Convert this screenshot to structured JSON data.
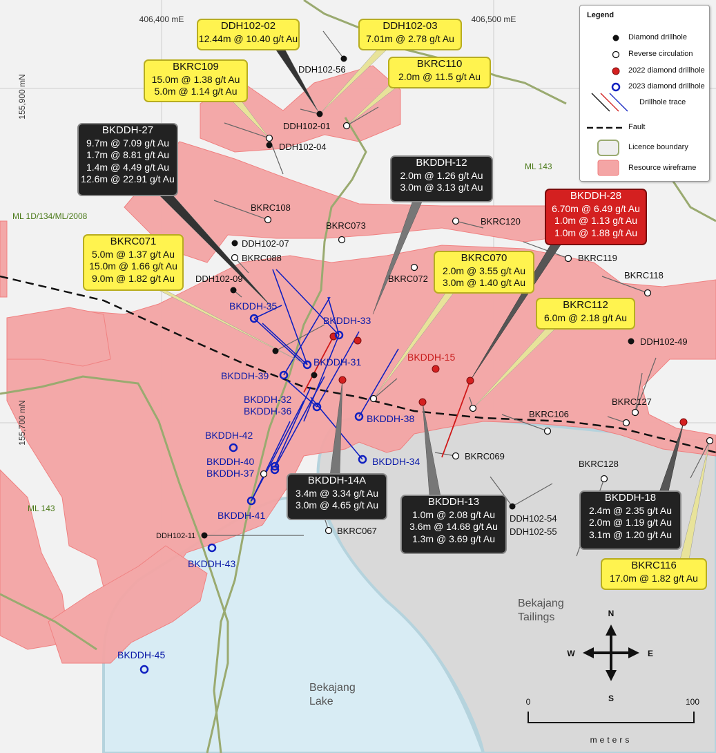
{
  "grid": {
    "easting_1": "406,400 mE",
    "easting_2": "406,500 mE",
    "northing_1": "155,900 mN",
    "northing_2": "155,700 mN"
  },
  "areas": {
    "ml_left": "ML 1D/134/ML/2008",
    "ml_143_right": "ML 143",
    "ml_143_left": "ML 143"
  },
  "places": {
    "tailings_1": "Bekajang",
    "tailings_2": "Tailings",
    "lake_1": "Bekajang",
    "lake_2": "Lake"
  },
  "holes": {
    "ddh102_56": "DDH102-56",
    "ddh102_01": "DDH102-01",
    "ddh102_04": "DDH102-04",
    "bkrc108": "BKRC108",
    "bkrc073": "BKRC073",
    "bkrc120": "BKRC120",
    "ddh102_07": "DDH102-07",
    "bkrc088": "BKRC088",
    "bkrc119": "BKRC119",
    "bkrc072": "BKRC072",
    "bkrc118": "BKRC118",
    "ddh102_09": "DDH102-09",
    "ddh102_49": "DDH102-49",
    "bkrc127": "BKRC127",
    "bkrc106": "BKRC106",
    "bkrc069": "BKRC069",
    "bkrc128": "BKRC128",
    "ddh102_54": "DDH102-54",
    "ddh102_55": "DDH102-55",
    "ddh102_11": "DDH102-11",
    "bkrc067": "BKRC067"
  },
  "holes_2023": {
    "bkddh35": "BKDDH-35",
    "bkddh33": "BKDDH-33",
    "bkddh31": "BKDDH-31",
    "bkddh39": "BKDDH-39",
    "bkddh32": "BKDDH-32",
    "bkddh36": "BKDDH-36",
    "bkddh38": "BKDDH-38",
    "bkddh42": "BKDDH-42",
    "bkddh40": "BKDDH-40",
    "bkddh37": "BKDDH-37",
    "bkddh34": "BKDDH-34",
    "bkddh41": "BKDDH-41",
    "bkddh43": "BKDDH-43",
    "bkddh45": "BKDDH-45"
  },
  "holes_2022": {
    "bkddh15": "BKDDH-15"
  },
  "callouts": {
    "ddh102_02": {
      "title": "DDH102-02",
      "lines": [
        "12.44m @ 10.40 g/t Au"
      ]
    },
    "ddh102_03": {
      "title": "DDH102-03",
      "lines": [
        "7.01m @ 2.78 g/t Au"
      ]
    },
    "bkrc110": {
      "title": "BKRC110",
      "lines": [
        "2.0m @ 11.5 g/t Au"
      ]
    },
    "bkrc109": {
      "title": "BKRC109",
      "lines": [
        "15.0m @ 1.38 g/t Au",
        "5.0m @ 1.14 g/t Au"
      ]
    },
    "bkddh27": {
      "title": "BKDDH-27",
      "lines": [
        "9.7m @ 7.09 g/t Au",
        "1.7m @ 8.81 g/t Au",
        "1.4m @ 4.49 g/t Au",
        "12.6m @ 22.91 g/t Au"
      ]
    },
    "bkddh12": {
      "title": "BKDDH-12",
      "lines": [
        "2.0m @ 1.26 g/t Au",
        "3.0m @ 3.13 g/t Au"
      ]
    },
    "bkddh28": {
      "title": "BKDDH-28",
      "lines": [
        "6.70m @ 6.49 g/t Au",
        "1.0m @ 1.13 g/t Au",
        "1.0m @ 1.88 g/t Au"
      ]
    },
    "bkrc071": {
      "title": "BKRC071",
      "lines": [
        "5.0m @ 1.37 g/t Au",
        "15.0m @ 1.66 g/t Au",
        "9.0m @ 1.82 g/t Au"
      ]
    },
    "bkrc070": {
      "title": "BKRC070",
      "lines": [
        "2.0m @ 3.55 g/t Au",
        "3.0m @ 1.40 g/t Au"
      ]
    },
    "bkrc112": {
      "title": "BKRC112",
      "lines": [
        "6.0m @ 2.18 g/t Au"
      ]
    },
    "bkddh14a": {
      "title": "BKDDH-14A",
      "lines": [
        "3.4m @ 3.34 g/t Au",
        "3.0m @ 4.65 g/t Au"
      ]
    },
    "bkddh13": {
      "title": "BKDDH-13",
      "lines": [
        "1.0m @ 2.08 g/t Au",
        "3.6m @ 14.68 g/t Au",
        "1.3m @ 3.69 g/t Au"
      ]
    },
    "bkddh18": {
      "title": "BKDDH-18",
      "lines": [
        "2.4m @ 2.35 g/t Au",
        "2.0m @ 1.19 g/t Au",
        "3.1m @ 1.20 g/t Au"
      ]
    },
    "bkrc116": {
      "title": "BKRC116",
      "lines": [
        "17.0m @ 1.82 g/t Au"
      ]
    }
  },
  "legend": {
    "title": "Legend",
    "diamond": "Diamond drillhole",
    "rc": "Reverse circulation",
    "dd2022": "2022 diamond drillhole",
    "dd2023": "2023 diamond drillhole",
    "trace": "Drillhole trace",
    "fault": "Fault",
    "licence": "Licence boundary",
    "wireframe": "Resource wireframe"
  },
  "compass": {
    "n": "N",
    "s": "S",
    "e": "E",
    "w": "W"
  },
  "scale": {
    "start": "0",
    "end": "100",
    "unit": "meters"
  },
  "colors": {
    "wireframe": "#f4a5a5",
    "tailings": "#d9d9d9",
    "lake": "#d8ecf4",
    "licence": "#9aaa70",
    "trace_2023": "#1020c0",
    "trace_2022": "#d01818"
  }
}
